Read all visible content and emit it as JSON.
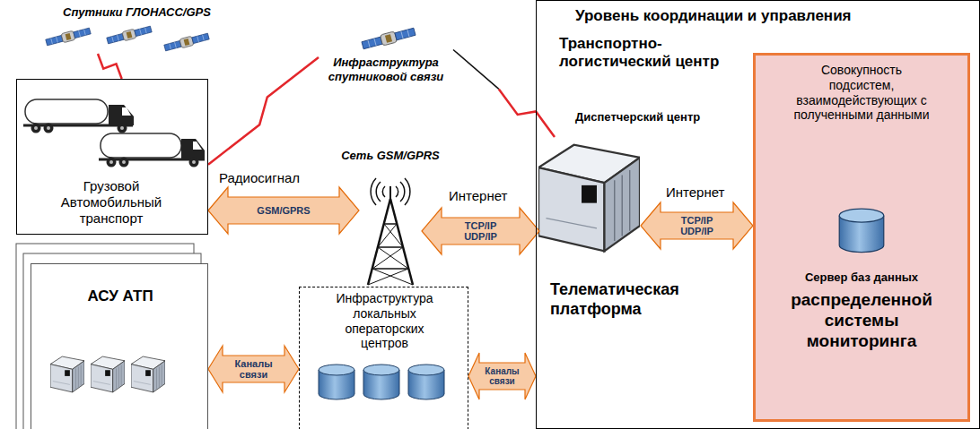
{
  "diagram": {
    "nodes": [
      {
        "text": [
          "Спутники ГЛОНАСС/GPS"
        ]
      },
      {
        "text": [
          "Инфраструктура спутниковой связи"
        ]
      },
      {
        "text": [
          "Уровень координации и управления",
          "Транспортно-логистический центр"
        ]
      },
      {
        "text": [
          "Совокупность подсистем, взаимодействующих с полученными данными",
          "Сервер баз данных",
          "распределенной системы мониторинга"
        ],
        "in": 2
      },
      {
        "text": [
          "Грузовой Автомобильный транспорт"
        ]
      },
      {
        "text": [
          "Сеть GSM/GPRS"
        ]
      },
      {
        "text": [
          "Диспетчерский центр",
          "Телематическая платформа"
        ],
        "in": 2
      },
      {
        "text": [
          "АСУ АТП"
        ]
      },
      {
        "text": [
          "Инфраструктура локальных операторских центров"
        ]
      }
    ],
    "edges": [
      {
        "from": 0,
        "to": 4,
        "arrow": "none"
      },
      {
        "from": 1,
        "to": 4,
        "arrow": "none"
      },
      {
        "from": 1,
        "to": 6,
        "arrow": "none"
      },
      {
        "from": 4,
        "to": 5,
        "label": "GSM/GPRS",
        "arrow": "both"
      },
      {
        "from": 5,
        "to": 6,
        "label": "TCP/IP UDP/IP",
        "arrow": "both"
      },
      {
        "from": 6,
        "to": 3,
        "label": "TCP/IP UDP/IP",
        "arrow": "both"
      },
      {
        "from": 7,
        "to": 8,
        "label": "Каналы связи",
        "arrow": "both"
      },
      {
        "from": 8,
        "to": 2,
        "label": "Каналы связи",
        "arrow": "both"
      }
    ],
    "labels": [
      "Радиосигнал",
      "Интернет",
      "Интернет"
    ]
  }
}
